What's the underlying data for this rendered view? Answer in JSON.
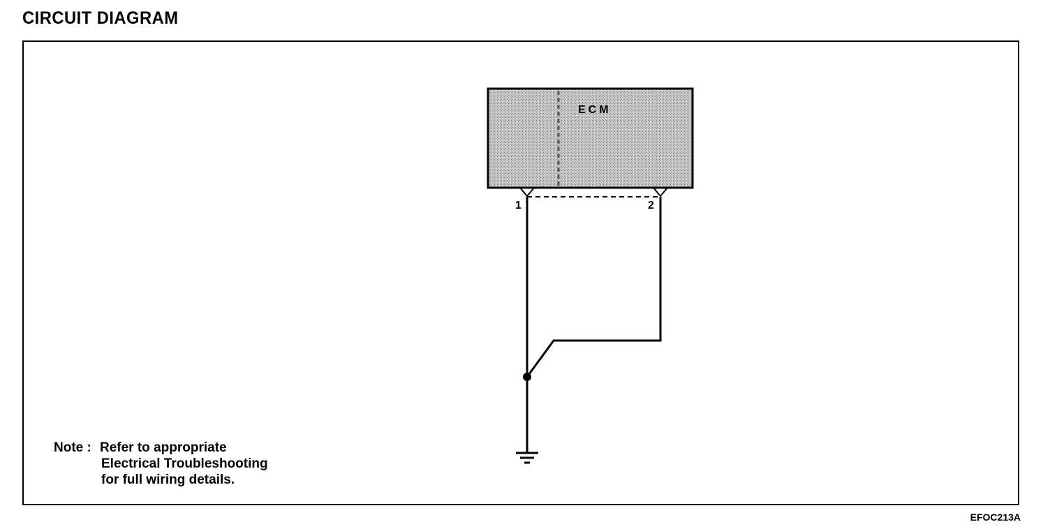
{
  "header": {
    "title": "CIRCUIT DIAGRAM"
  },
  "diagram": {
    "component": {
      "label": "ECM",
      "fill_color": "#b8b8b8"
    },
    "pins": [
      {
        "label": "1"
      },
      {
        "label": "2"
      }
    ],
    "ground_symbol": "ground-icon"
  },
  "note": {
    "label": "Note :",
    "lines": [
      "Refer to appropriate",
      "Electrical Troubleshooting",
      "for full wiring details."
    ]
  },
  "footer": {
    "figure_code": "EFOC213A"
  }
}
